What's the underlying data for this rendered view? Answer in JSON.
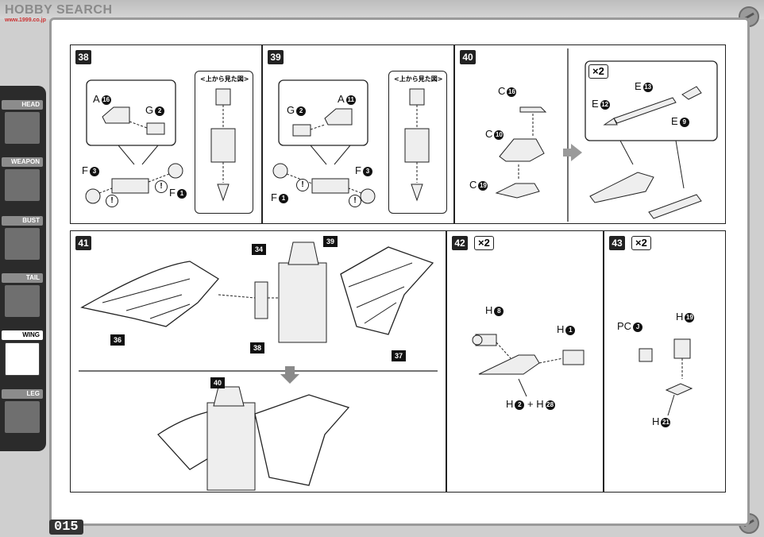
{
  "watermark": {
    "text": "HOBBY SEARCH",
    "sub": "www.1999.co.jp"
  },
  "page_number": "015",
  "sidebar": {
    "items": [
      {
        "label": "HEAD",
        "icon": "head-icon"
      },
      {
        "label": "WEAPON",
        "icon": "weapon-icon"
      },
      {
        "label": "BUST",
        "icon": "bust-icon"
      },
      {
        "label": "TAIL",
        "icon": "tail-icon"
      },
      {
        "label": "WING",
        "icon": "wing-icon",
        "active": true
      },
      {
        "label": "LEG",
        "icon": "leg-icon"
      }
    ]
  },
  "steps": {
    "s38": {
      "number": "38",
      "topview_label": "<上から見た図>",
      "parts": [
        {
          "letter": "A",
          "n": "16"
        },
        {
          "letter": "G",
          "n": "2"
        },
        {
          "letter": "F",
          "n": "3"
        },
        {
          "letter": "F",
          "n": "1"
        }
      ],
      "warning": "!"
    },
    "s39": {
      "number": "39",
      "topview_label": "<上から見た図>",
      "parts": [
        {
          "letter": "G",
          "n": "2"
        },
        {
          "letter": "A",
          "n": "11"
        },
        {
          "letter": "F",
          "n": "3"
        },
        {
          "letter": "F",
          "n": "1"
        }
      ],
      "warning": "!"
    },
    "s40": {
      "number": "40",
      "multiplier": "×2",
      "parts": [
        {
          "letter": "C",
          "n": "16"
        },
        {
          "letter": "C",
          "n": "10"
        },
        {
          "letter": "C",
          "n": "19"
        },
        {
          "letter": "E",
          "n": "13"
        },
        {
          "letter": "E",
          "n": "12"
        },
        {
          "letter": "E",
          "n": "9"
        }
      ]
    },
    "s41": {
      "number": "41",
      "callouts": [
        "34",
        "39",
        "36",
        "38",
        "37",
        "40"
      ]
    },
    "s42": {
      "number": "42",
      "multiplier": "×2",
      "parts": [
        {
          "letter": "H",
          "n": "8"
        },
        {
          "letter": "H",
          "n": "1"
        }
      ],
      "combo": {
        "a": {
          "letter": "H",
          "n": "2"
        },
        "plus": "+",
        "b": {
          "letter": "H",
          "n": "28"
        }
      }
    },
    "s43": {
      "number": "43",
      "multiplier": "×2",
      "parts": [
        {
          "letter": "PC",
          "n": "J"
        },
        {
          "letter": "H",
          "n": "19"
        },
        {
          "letter": "H",
          "n": "21"
        }
      ]
    }
  }
}
